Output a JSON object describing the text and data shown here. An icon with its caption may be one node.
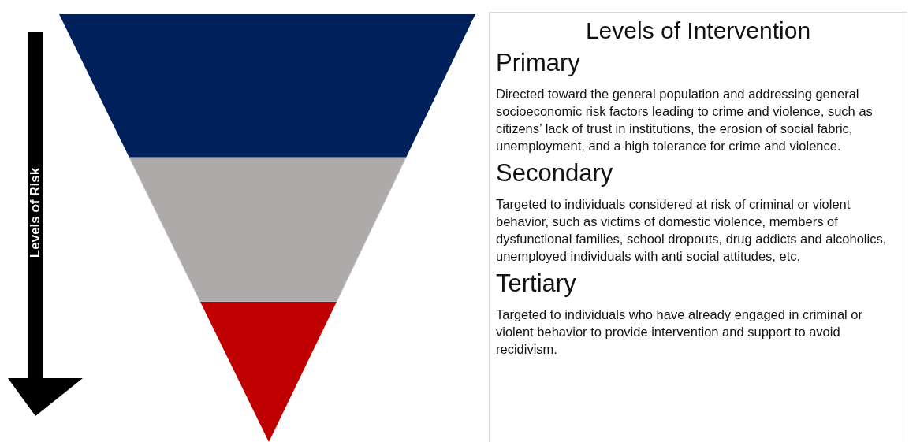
{
  "diagram": {
    "title": "Levels of Intervention",
    "labels": [
      "Levels of Risk",
      "Primary",
      "Directed toward the general population and addressing general socioeconomic risk factors leading to crime and violence, such as citizens’ lack of trust in institutions, the erosion of social fabric, unemployment, and a high tolerance for crime and violence.",
      "Secondary",
      "Targeted to individuals considered at risk of criminal or violent behavior, such as victims of domestic violence, members of dysfunctional families, school dropouts, drug addicts and alcoholics, unemployed individuals with anti social attitudes, etc.",
      "Tertiary",
      "Targeted to individuals who have already engaged in criminal or violent behavior to provide intervention and support to avoid recidivism."
    ]
  }
}
